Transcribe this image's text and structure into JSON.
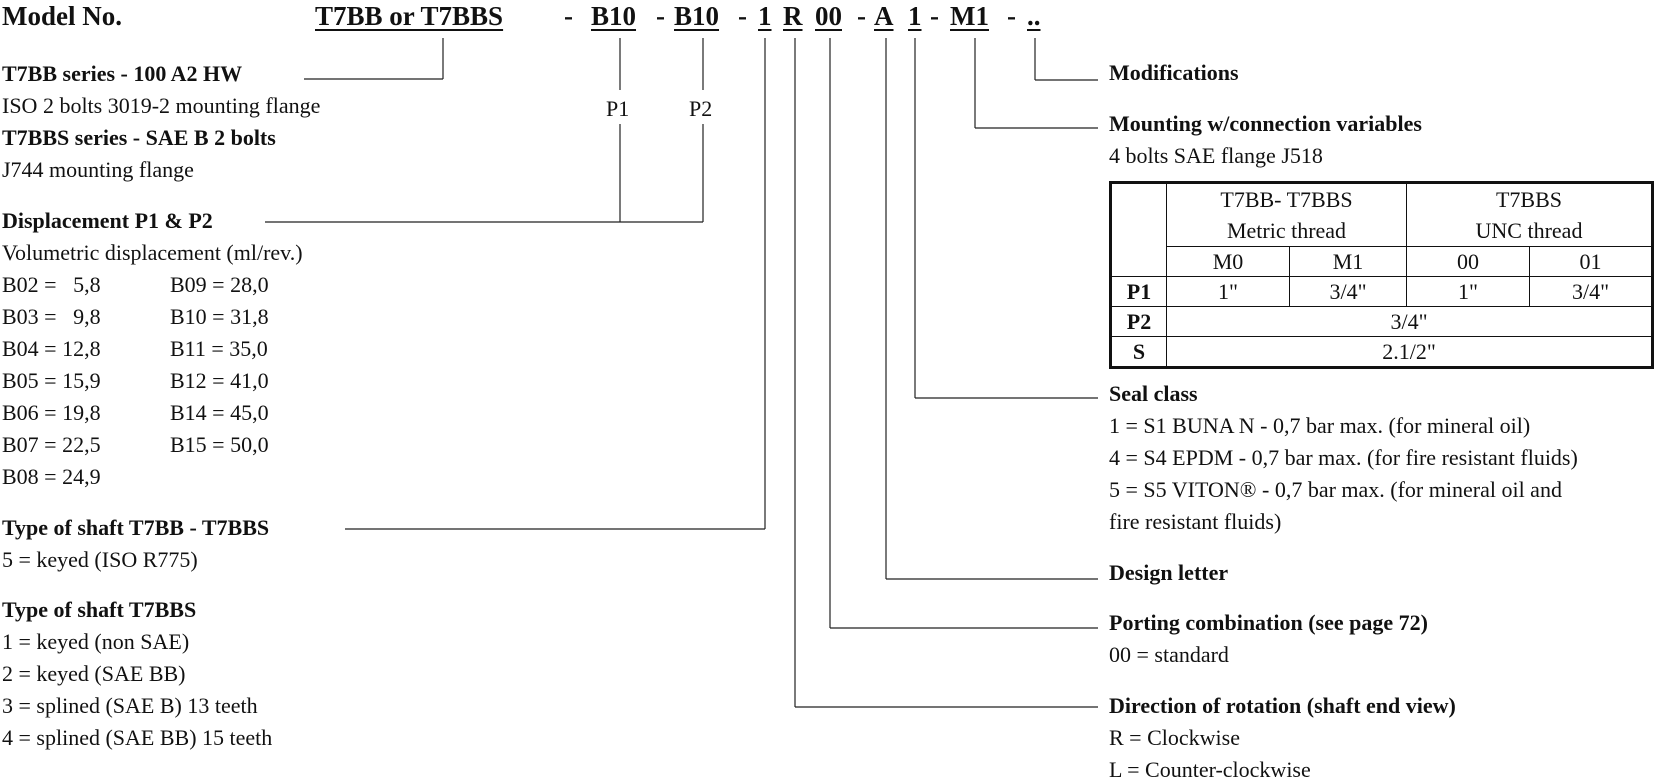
{
  "model_code": {
    "label": "Model No.",
    "segments": [
      "T7BB or T7BBS",
      "-",
      "B10",
      "-",
      "B10",
      "-",
      "1",
      "R",
      "00",
      "-",
      "A",
      "1",
      "-",
      "M1",
      "-",
      ".."
    ]
  },
  "left": {
    "series_t7bb": "T7BB series - 100 A2 HW",
    "series_t7bb_desc": "ISO 2 bolts 3019-2 mounting flange",
    "series_t7bbs": "T7BBS series - SAE B 2 bolts",
    "series_t7bbs_desc": "J744 mounting flange",
    "p1": "P1",
    "p2": "P2",
    "displacement_title": "Displacement P1 & P2",
    "displacement_desc": "Volumetric displacement (ml/rev.)",
    "displacement_col1": [
      "B02 =   5,8",
      "B03 =   9,8",
      "B04 = 12,8",
      "B05 = 15,9",
      "B06 = 19,8",
      "B07 = 22,5",
      "B08 = 24,9"
    ],
    "displacement_col2": [
      "B09 = 28,0",
      "B10 = 31,8",
      "B11 = 35,0",
      "B12 = 41,0",
      "B14 = 45,0",
      "B15 = 50,0"
    ],
    "shaft1_title": "Type of shaft T7BB - T7BBS",
    "shaft1_items": [
      "5 = keyed (ISO R775)"
    ],
    "shaft2_title": "Type of shaft T7BBS",
    "shaft2_items": [
      "1 = keyed (non SAE)",
      "2 = keyed (SAE BB)",
      "3 = splined (SAE B) 13 teeth",
      "4 = splined (SAE BB) 15 teeth"
    ]
  },
  "right": {
    "modifications_title": "Modifications",
    "mounting_title": "Mounting w/connection variables",
    "mounting_desc": "4 bolts SAE flange J518",
    "table": {
      "group1_l1": "T7BB- T7BBS",
      "group1_l2": "Metric thread",
      "group2_l1": "T7BBS",
      "group2_l2": "UNC thread",
      "cols": [
        "M0",
        "M1",
        "00",
        "01"
      ],
      "rows": [
        {
          "label": "P1",
          "cells": [
            "1\"",
            "3/4\"",
            "1\"",
            "3/4\""
          ]
        },
        {
          "label": "P2",
          "span": "3/4\""
        },
        {
          "label": "S",
          "span": "2.1/2\""
        }
      ]
    },
    "seal_title": "Seal class",
    "seal_items": [
      "1 = S1 BUNA N - 0,7 bar max. (for mineral oil)",
      "4 = S4 EPDM - 0,7 bar max. (for fire resistant fluids)",
      "5 = S5 VITON® - 0,7 bar max. (for mineral oil and",
      "fire resistant fluids)"
    ],
    "design_title": "Design letter",
    "porting_title": "Porting combination (see page 72)",
    "porting_items": [
      "00 = standard"
    ],
    "rotation_title": "Direction of rotation (shaft end view)",
    "rotation_items": [
      "R = Clockwise",
      "L = Counter-clockwise"
    ]
  }
}
